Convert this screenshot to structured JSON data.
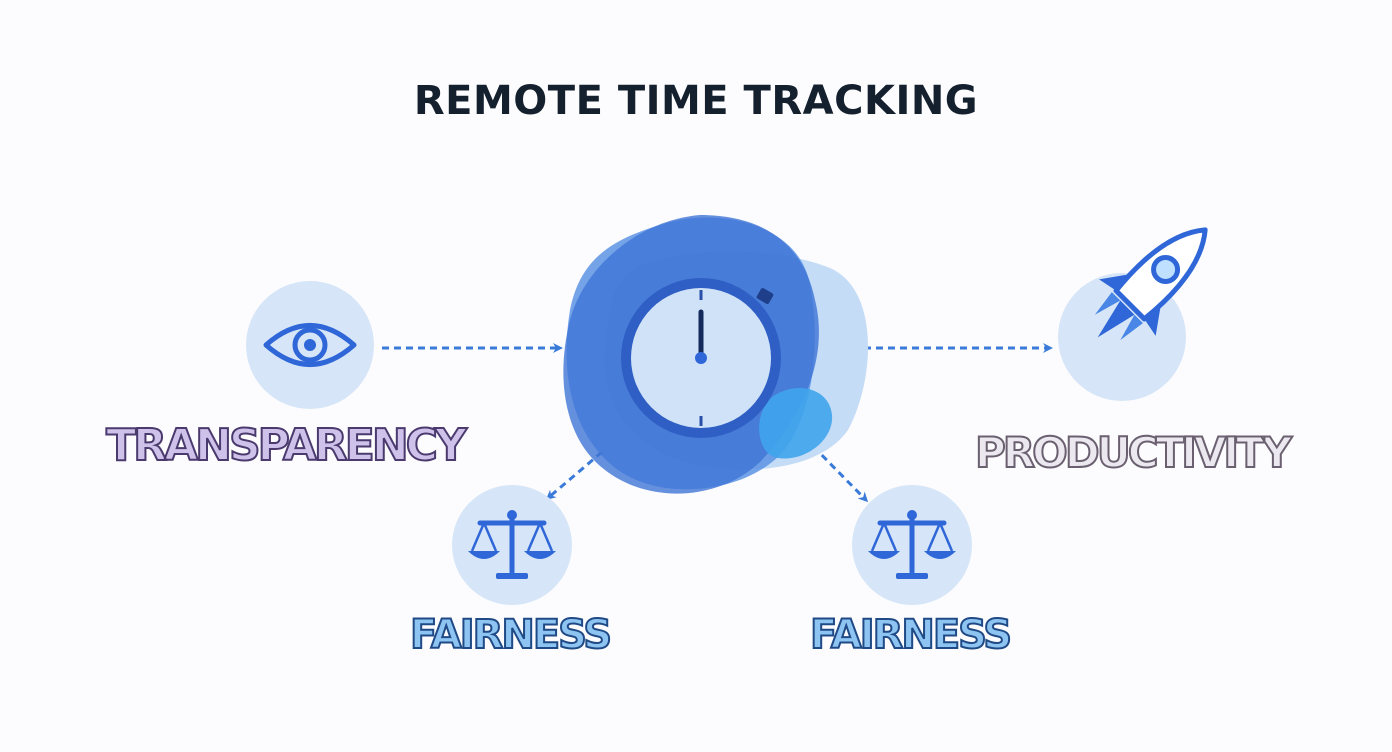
{
  "title": "REMOTE TIME TRACKING",
  "labels": {
    "transparency": "TRANSPARENCY",
    "productivity": "PRODUCTIVITY",
    "fairness_left": "FAIRNESS",
    "fairness_right": "FAIRNESS"
  },
  "icons": {
    "center": "stopwatch-icon",
    "transparency": "eye-icon",
    "productivity": "rocket-icon",
    "fairness": "scales-icon"
  },
  "colors": {
    "title": "#15202e",
    "circle_fill": "#d6e6f8",
    "icon_blue": "#2f66d8",
    "arrow_blue": "#3a7ad8",
    "blob_dark": "#3f74d6",
    "blob_light": "#c4dcf6"
  }
}
